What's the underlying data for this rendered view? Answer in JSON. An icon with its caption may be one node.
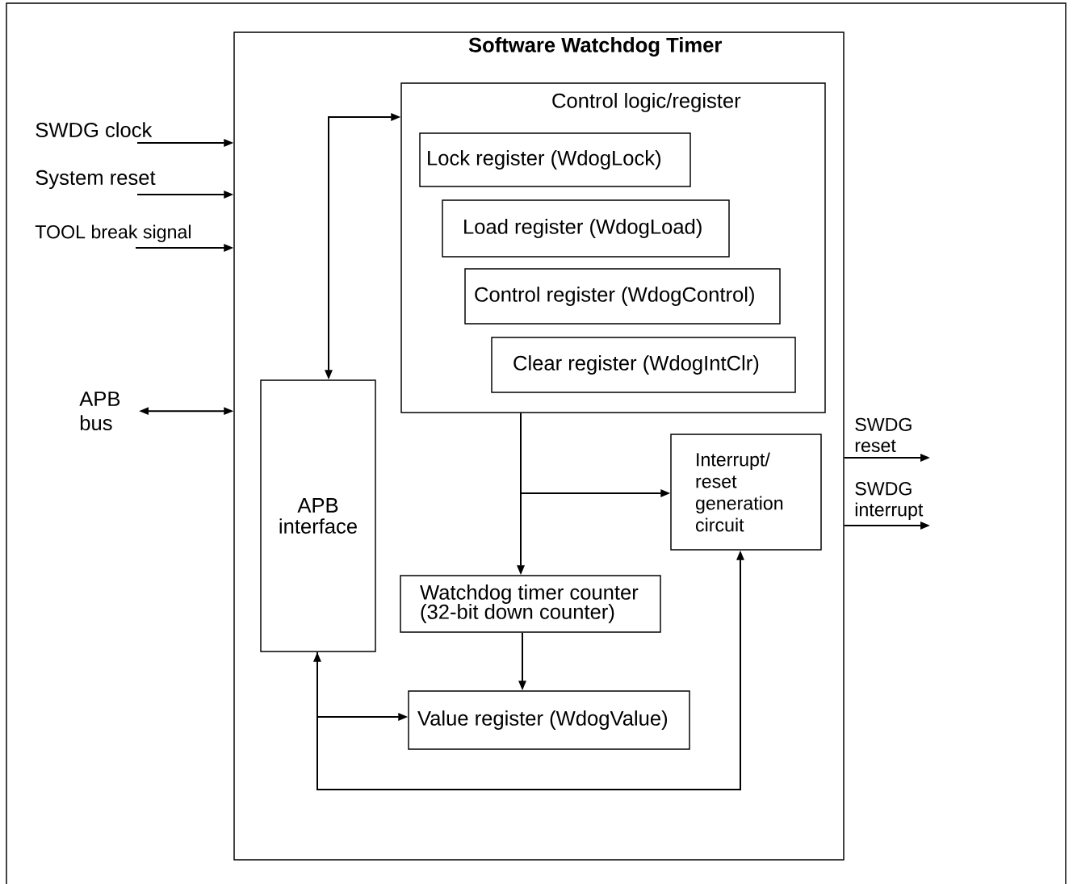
{
  "diagram": {
    "nodes": [
      {
        "text": [
          "Software Watchdog Timer"
        ]
      },
      {
        "text": [
          "Control logic/register"
        ],
        "in": 0
      },
      {
        "text": [
          "Lock register (WdogLock)"
        ],
        "in": 1
      },
      {
        "text": [
          "Load register (WdogLoad)"
        ],
        "in": 1
      },
      {
        "text": [
          "Control register (WdogControl)"
        ],
        "in": 1
      },
      {
        "text": [
          "Clear register (WdogIntClr)"
        ],
        "in": 1
      },
      {
        "text": [
          "APB interface"
        ],
        "in": 0
      },
      {
        "text": [
          "Interrupt/ reset generation circuit"
        ],
        "in": 0
      },
      {
        "text": [
          "Watchdog timer counter (32-bit down counter)"
        ],
        "in": 0
      },
      {
        "text": [
          "Value register (WdogValue)"
        ],
        "in": 0
      },
      {
        "text": [
          "SWDG clock"
        ]
      },
      {
        "text": [
          "System reset"
        ]
      },
      {
        "text": [
          "TOOL break signal"
        ]
      },
      {
        "text": [
          "APB bus"
        ]
      },
      {
        "text": [
          "SWDG reset"
        ]
      },
      {
        "text": [
          "SWDG interrupt"
        ]
      }
    ],
    "edges": [
      {
        "from": 10,
        "to": 0,
        "arrow": "to"
      },
      {
        "from": 11,
        "to": 0,
        "arrow": "to"
      },
      {
        "from": 12,
        "to": 0,
        "arrow": "to"
      },
      {
        "from": 13,
        "to": 0,
        "arrow": "both"
      },
      {
        "from": 6,
        "to": 1,
        "arrow": "both"
      },
      {
        "from": 1,
        "to": 8,
        "arrow": "to"
      },
      {
        "from": 1,
        "to": 7,
        "arrow": "to"
      },
      {
        "from": 8,
        "to": 9,
        "arrow": "to"
      },
      {
        "from": 6,
        "to": 9,
        "arrow": "both"
      },
      {
        "from": 6,
        "to": 7,
        "arrow": "to"
      },
      {
        "from": 0,
        "to": 14,
        "arrow": "to"
      },
      {
        "from": 0,
        "to": 15,
        "arrow": "to"
      }
    ]
  }
}
